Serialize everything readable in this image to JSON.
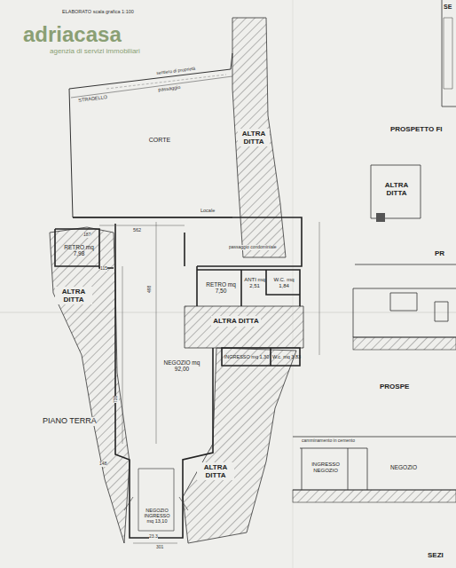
{
  "diagram": {
    "nodes": [
      {
        "text": [
          "CORTE"
        ]
      },
      {
        "text": [
          "ALTRA DITTA"
        ]
      },
      {
        "text": [
          "RETRO mq 7,98"
        ]
      },
      {
        "text": [
          "ALTRA DITTA"
        ]
      },
      {
        "text": [
          "RETRO mq 7,50"
        ]
      },
      {
        "text": [
          "ANTI mq 2,51"
        ]
      },
      {
        "text": [
          "W.C. mq 1,84"
        ]
      },
      {
        "text": [
          "ALTRA DITTA"
        ]
      },
      {
        "text": [
          "NEGOZIO mq 92,00"
        ]
      },
      {
        "text": [
          "INGRESSO mq 1,30"
        ]
      },
      {
        "text": [
          "W.c. mq 3,83"
        ]
      },
      {
        "text": [
          "ALTRA DITTA"
        ]
      },
      {
        "text": [
          "NEGOZIO INGRESSO mq 13,10"
        ]
      },
      {
        "text": [
          "ALTRA DITTA"
        ]
      },
      {
        "text": [
          "INGRESSO NEGOZIO"
        ]
      },
      {
        "text": [
          "NEGOZIO"
        ]
      }
    ],
    "labels": [
      "adriacasa",
      "agenzia di servizi immobiliari",
      "ELABORATO scala grafica 1:100",
      "sentiero di proprietà",
      "STRADELLO",
      "passaggio",
      "Locale",
      "passaggio condominiale",
      "PIANO TERRA",
      "PROSPETTO FI",
      "PR",
      "PROSPE",
      "SEZI",
      "SE",
      "562",
      "187",
      "115",
      "498",
      "738",
      "148",
      "23.3",
      "301",
      "camminamento in cemento"
    ]
  }
}
